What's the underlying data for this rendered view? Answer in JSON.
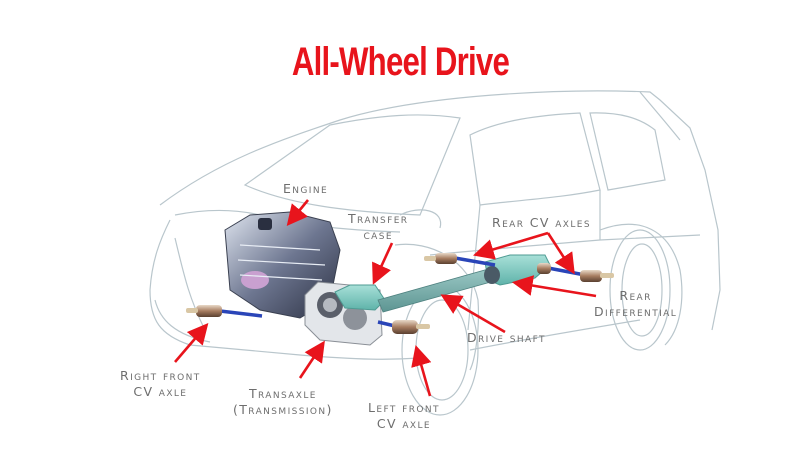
{
  "title": "All-Wheel Drive",
  "colors": {
    "title": "#e8141c",
    "arrow": "#e8141c",
    "outline": "#b9c6cc",
    "label": "#6e6e6e",
    "teal": "#7cc9c0",
    "axle_blue": "#2a45b8"
  },
  "labels": {
    "engine": {
      "line1": "Engine"
    },
    "transfer_case": {
      "line1": "Transfer",
      "line2": "case"
    },
    "rear_cv_axles": {
      "line1": "Rear CV axles"
    },
    "rear_differential": {
      "line1": "Rear",
      "line2": "Differential"
    },
    "drive_shaft": {
      "line1": "Drive shaft"
    },
    "right_front_cv_axle": {
      "line1": "Right front",
      "line2": "CV axle"
    },
    "transaxle": {
      "line1": "Transaxle",
      "line2": "(Transmission)"
    },
    "left_front_cv_axle": {
      "line1": "Left front",
      "line2": "CV axle"
    }
  }
}
